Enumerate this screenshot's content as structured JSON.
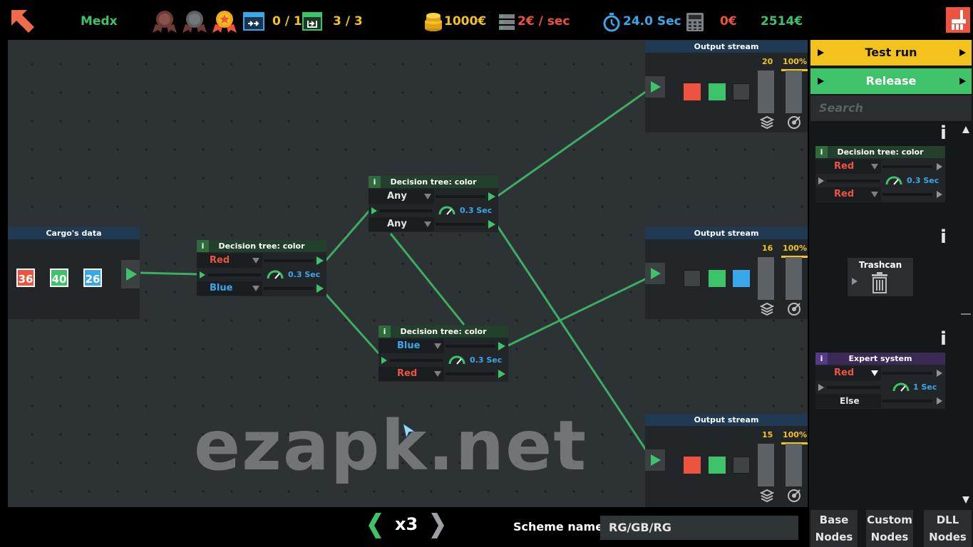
{
  "topbar": {
    "player_name": "Medx",
    "tasks": "0 / 1",
    "outputs": "3 / 3",
    "coins": "1000€",
    "income": "2€ / sec",
    "time": "24.0 Sec",
    "cost": "0€",
    "balance": "2514€"
  },
  "colors": {
    "green": "#3fc36a",
    "yellow": "#f4c21d",
    "red": "#ee5340",
    "blue": "#38a8ea",
    "grey": "#3e4346"
  },
  "cargo": {
    "title": "Cargo's data",
    "values": [
      "36",
      "40",
      "26"
    ]
  },
  "nodes": {
    "n1": {
      "title": "Decision tree: color",
      "top": "Red",
      "bottom": "Blue",
      "speed": "0.3 Sec"
    },
    "n2": {
      "title": "Decision tree: color",
      "top": "Any",
      "bottom": "Any",
      "speed": "0.3 Sec"
    },
    "n3": {
      "title": "Decision tree: color",
      "top": "Blue",
      "bottom": "Red",
      "speed": "0.3 Sec"
    }
  },
  "outputs": [
    {
      "title": "Output stream",
      "count": "20",
      "percent": "100%",
      "colors": [
        "red",
        "green",
        "grey"
      ]
    },
    {
      "title": "Output stream",
      "count": "16",
      "percent": "100%",
      "colors": [
        "grey",
        "green",
        "blue"
      ]
    },
    {
      "title": "Output stream",
      "count": "15",
      "percent": "100%",
      "colors": [
        "red",
        "green",
        "grey"
      ]
    }
  ],
  "panel": {
    "test_run": "Test run",
    "release": "Release",
    "search_placeholder": "Search",
    "info": "i",
    "lib_tree": {
      "title": "Decision tree: color",
      "top": "Red",
      "bottom": "Red",
      "speed": "0.3 Sec"
    },
    "trashcan": "Trashcan",
    "expert": {
      "title": "Expert system",
      "top": "Red",
      "bottom": "Else",
      "speed": "1 Sec"
    },
    "tabs": [
      {
        "line1": "Base",
        "line2": "Nodes"
      },
      {
        "line1": "Custom",
        "line2": "Nodes"
      },
      {
        "line1": "DLL",
        "line2": "Nodes"
      }
    ]
  },
  "bottom": {
    "speed": "x3",
    "scheme_label": "Scheme name :",
    "scheme_value": "RG/GB/RG"
  },
  "watermark": "ezapk.net"
}
